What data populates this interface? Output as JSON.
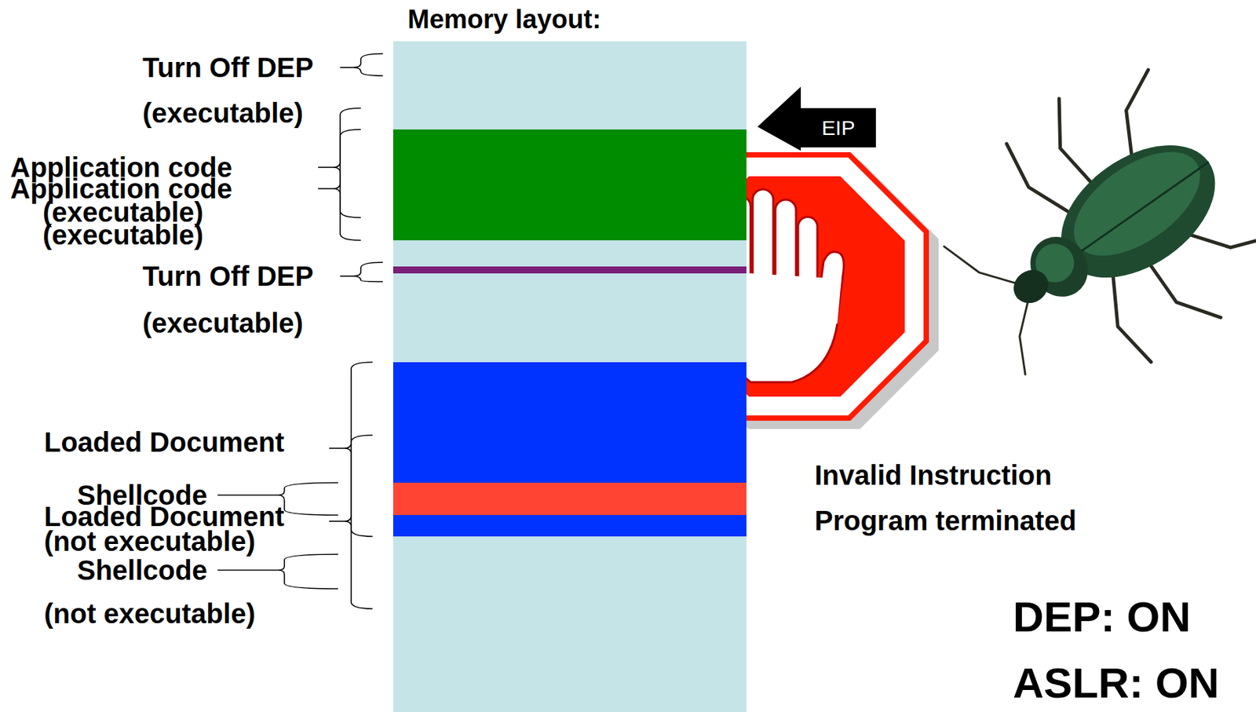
{
  "diagram": {
    "title": "Memory layout:",
    "nodes": [
      {
        "text": [
          "EIP"
        ]
      }
    ],
    "edges": [],
    "labels": [
      "Turn Off DEP",
      "(executable)",
      "Application code",
      "Application code",
      "(executable)",
      "(executable)",
      "Turn Off DEP",
      "(executable)",
      "Loaded Document",
      "Shellcode",
      "Loaded Document",
      "(not executable)",
      "Shellcode",
      "(not executable)",
      "Invalid Instruction",
      "Program terminated",
      "DEP: ON",
      "ASLR: ON"
    ]
  }
}
